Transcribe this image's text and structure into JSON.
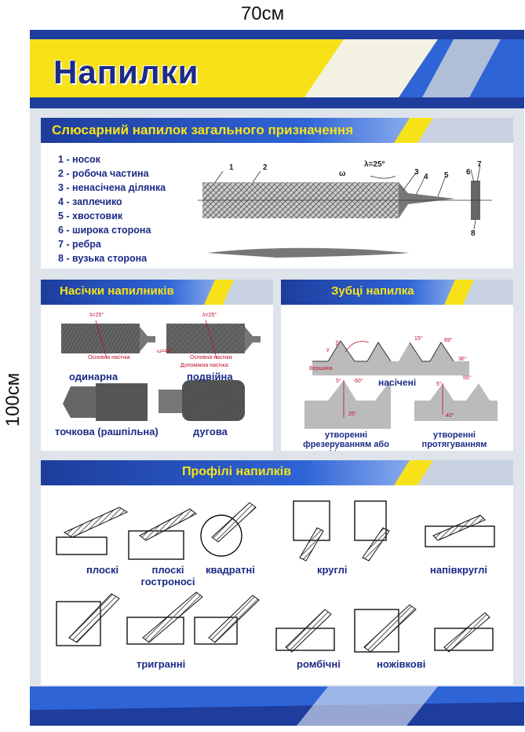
{
  "dims": {
    "width_label": "70см",
    "height_label": "100см"
  },
  "poster": {
    "title": "Напилки",
    "section1": {
      "title": "Слюсарний напилок загального призначення",
      "items": [
        "1 - носок",
        "2 - робоча частина",
        "3 - ненасічена ділянка",
        "4 - заплечико",
        "5 - хвостовик",
        "6 - широка сторона",
        "7 - ребра",
        "8 - вузька сторона"
      ],
      "diagram": {
        "lambda": "λ=25°",
        "omega": "ω",
        "nums": [
          "1",
          "2",
          "3",
          "4",
          "5",
          "6",
          "7",
          "8"
        ]
      }
    },
    "section2": {
      "title": "Насічки напилників",
      "angle_single": "λ=25°",
      "angle_double": "λ=25°",
      "note_main": "Основна насічка",
      "note_main2": "Основна насічка",
      "note_extra": "Допоміжна насічка",
      "note_deg": "ω=45°",
      "labels": [
        "одинарна",
        "подвійна",
        "точкова (рашпільна)",
        "дугова"
      ]
    },
    "section3": {
      "title": "Зубці напилка",
      "beta": "β",
      "gamma": "γ",
      "tip": "Вершина",
      "a15": "15°",
      "a69": "69°",
      "a36": "36°",
      "a5": "5°",
      "a60": "60°",
      "a25": "25°",
      "a55": "55°",
      "a5b": "5°",
      "a40": "40°",
      "labels": [
        "насічені",
        "утворенні фрезеруванням або шліфуванням",
        "утворенні протягуванням"
      ]
    },
    "section4": {
      "title": "Профілі напилків",
      "labels": [
        "плоскі",
        "плоскі гостроносі",
        "квадратні",
        "круглі",
        "напівкруглі",
        "тригранні",
        "ромбічні",
        "ножівкові"
      ]
    }
  },
  "colors": {
    "navy": "#1b2b86",
    "yellow": "#f7e21a",
    "blue": "#2e64d6",
    "red": "#c0102a"
  }
}
